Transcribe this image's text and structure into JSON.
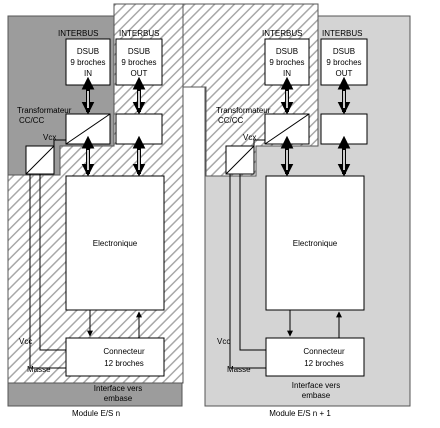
{
  "labels": {
    "interbus": "INTERBUS",
    "dsub_line1": "DSUB",
    "dsub_line2": "9 broches",
    "in": "IN",
    "out": "OUT",
    "transformateur_line1": "Transformateur",
    "transformateur_line2": "CC/CC",
    "vcx": "Vcx",
    "electronique": "Electronique",
    "vcc": "Vcc",
    "masse": "Masse",
    "connecteur_line1": "Connecteur",
    "connecteur_line2": "12 broches",
    "interface_line1": "Interface vers",
    "interface_line2": "embase",
    "module_n": "Module E/S n",
    "module_n1": "Module E/S n + 1"
  },
  "colors": {
    "module_n_fill": "#9c9c9c",
    "module_n1_fill": "#d4d4d4",
    "hatch_stroke": "#a8a8a8",
    "box_fill": "#ffffff",
    "line": "#000000"
  }
}
